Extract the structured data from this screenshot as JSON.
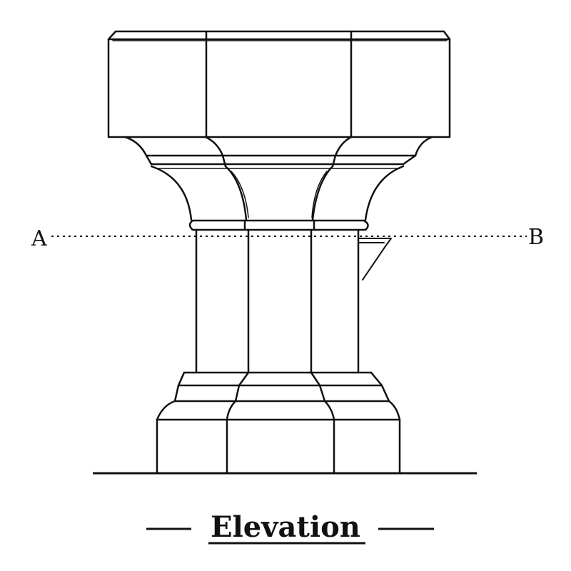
{
  "drawing": {
    "section_line": {
      "start_label": "A",
      "end_label": "B"
    },
    "caption": "Elevation"
  }
}
